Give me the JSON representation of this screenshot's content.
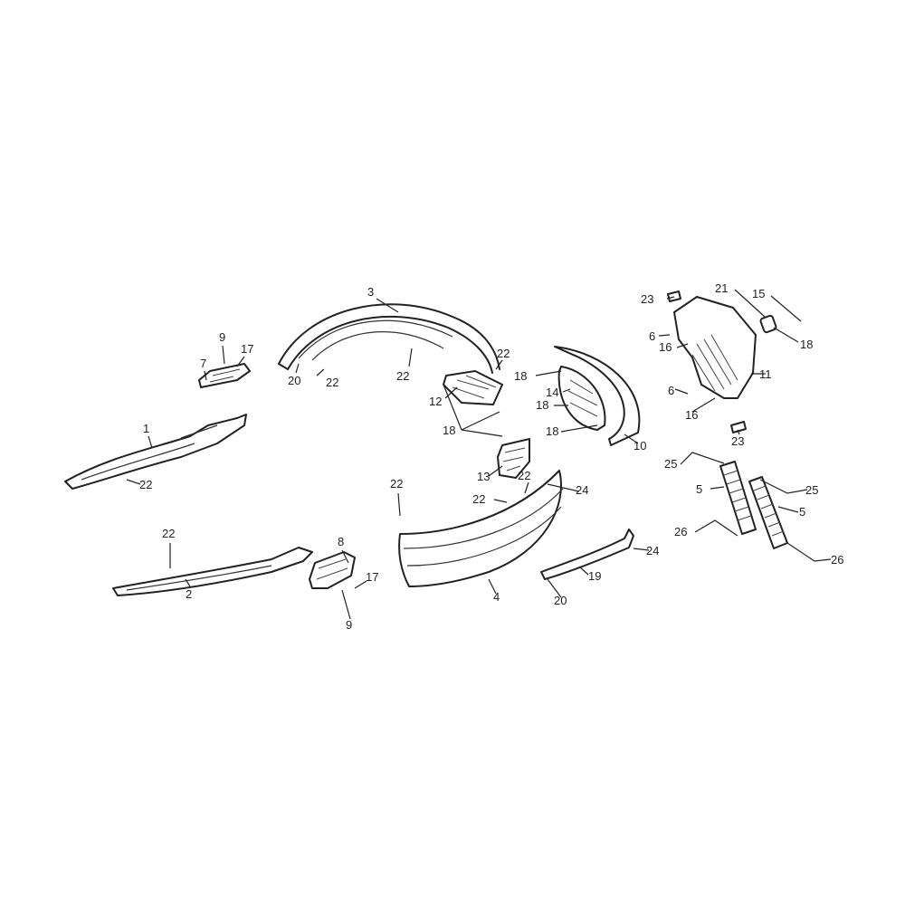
{
  "diagram": {
    "type": "exploded parts diagram",
    "callouts": [
      "3",
      "22",
      "22",
      "20",
      "22",
      "12",
      "18",
      "9",
      "17",
      "7",
      "1",
      "22",
      "22",
      "2",
      "8",
      "17",
      "9",
      "13",
      "22",
      "22",
      "22",
      "24",
      "4",
      "18",
      "14",
      "18",
      "18",
      "10",
      "23",
      "21",
      "15",
      "6",
      "16",
      "18",
      "11",
      "6",
      "16",
      "23",
      "25",
      "5",
      "25",
      "5",
      "26",
      "24",
      "26",
      "19",
      "20"
    ]
  }
}
